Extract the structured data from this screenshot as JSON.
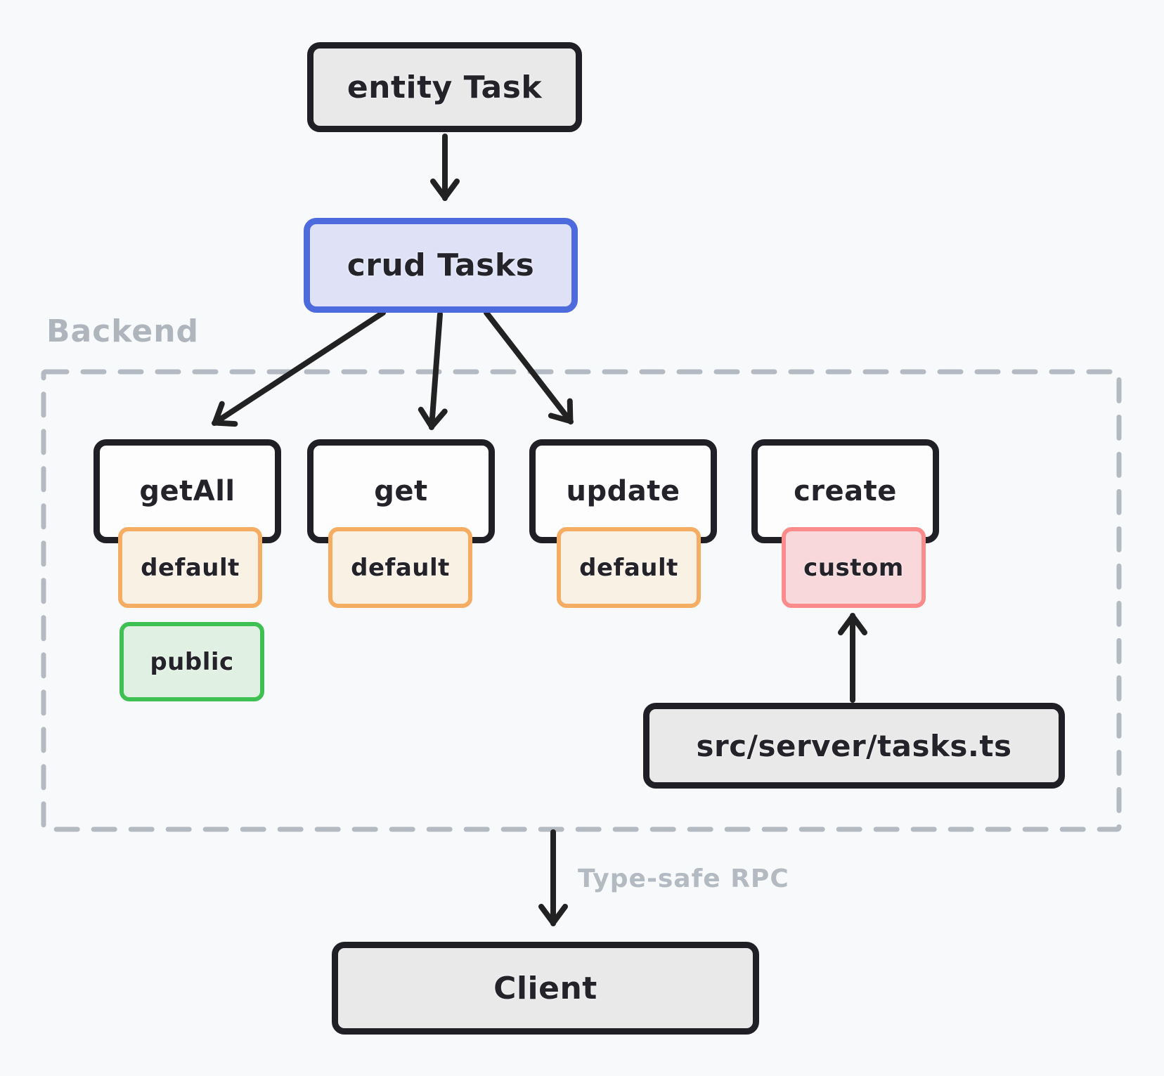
{
  "diagram": {
    "entity": {
      "label": "entity Task"
    },
    "crud": {
      "label": "crud Tasks"
    },
    "backend": {
      "label": "Backend"
    },
    "methods": [
      {
        "label": "getAll",
        "badges": [
          {
            "label": "default",
            "type": "default"
          },
          {
            "label": "public",
            "type": "public"
          }
        ]
      },
      {
        "label": "get",
        "badges": [
          {
            "label": "default",
            "type": "default"
          }
        ]
      },
      {
        "label": "update",
        "badges": [
          {
            "label": "default",
            "type": "default"
          }
        ]
      },
      {
        "label": "create",
        "badges": [
          {
            "label": "custom",
            "type": "custom"
          }
        ]
      }
    ],
    "file": {
      "label": "src/server/tasks.ts"
    },
    "rpc": {
      "label": "Type-safe RPC"
    },
    "client": {
      "label": "Client"
    },
    "colors": {
      "background": "#f8f9fb",
      "node_fill": "#e9e9e9",
      "node_border": "#211f26",
      "crud_fill": "#dfe2f7",
      "crud_border": "#4e6bde",
      "method_fill": "#fdfdfe",
      "badge_default_fill": "#faf1e5",
      "badge_default_border": "#f5ad63",
      "badge_public_fill": "#e0f1e3",
      "badge_public_border": "#3fc052",
      "badge_custom_fill": "#f8d8da",
      "badge_custom_border": "#fc8c8c",
      "muted_label": "#aeb5bc",
      "dashed_border": "#b4bac1",
      "arrow": "#222222"
    }
  }
}
